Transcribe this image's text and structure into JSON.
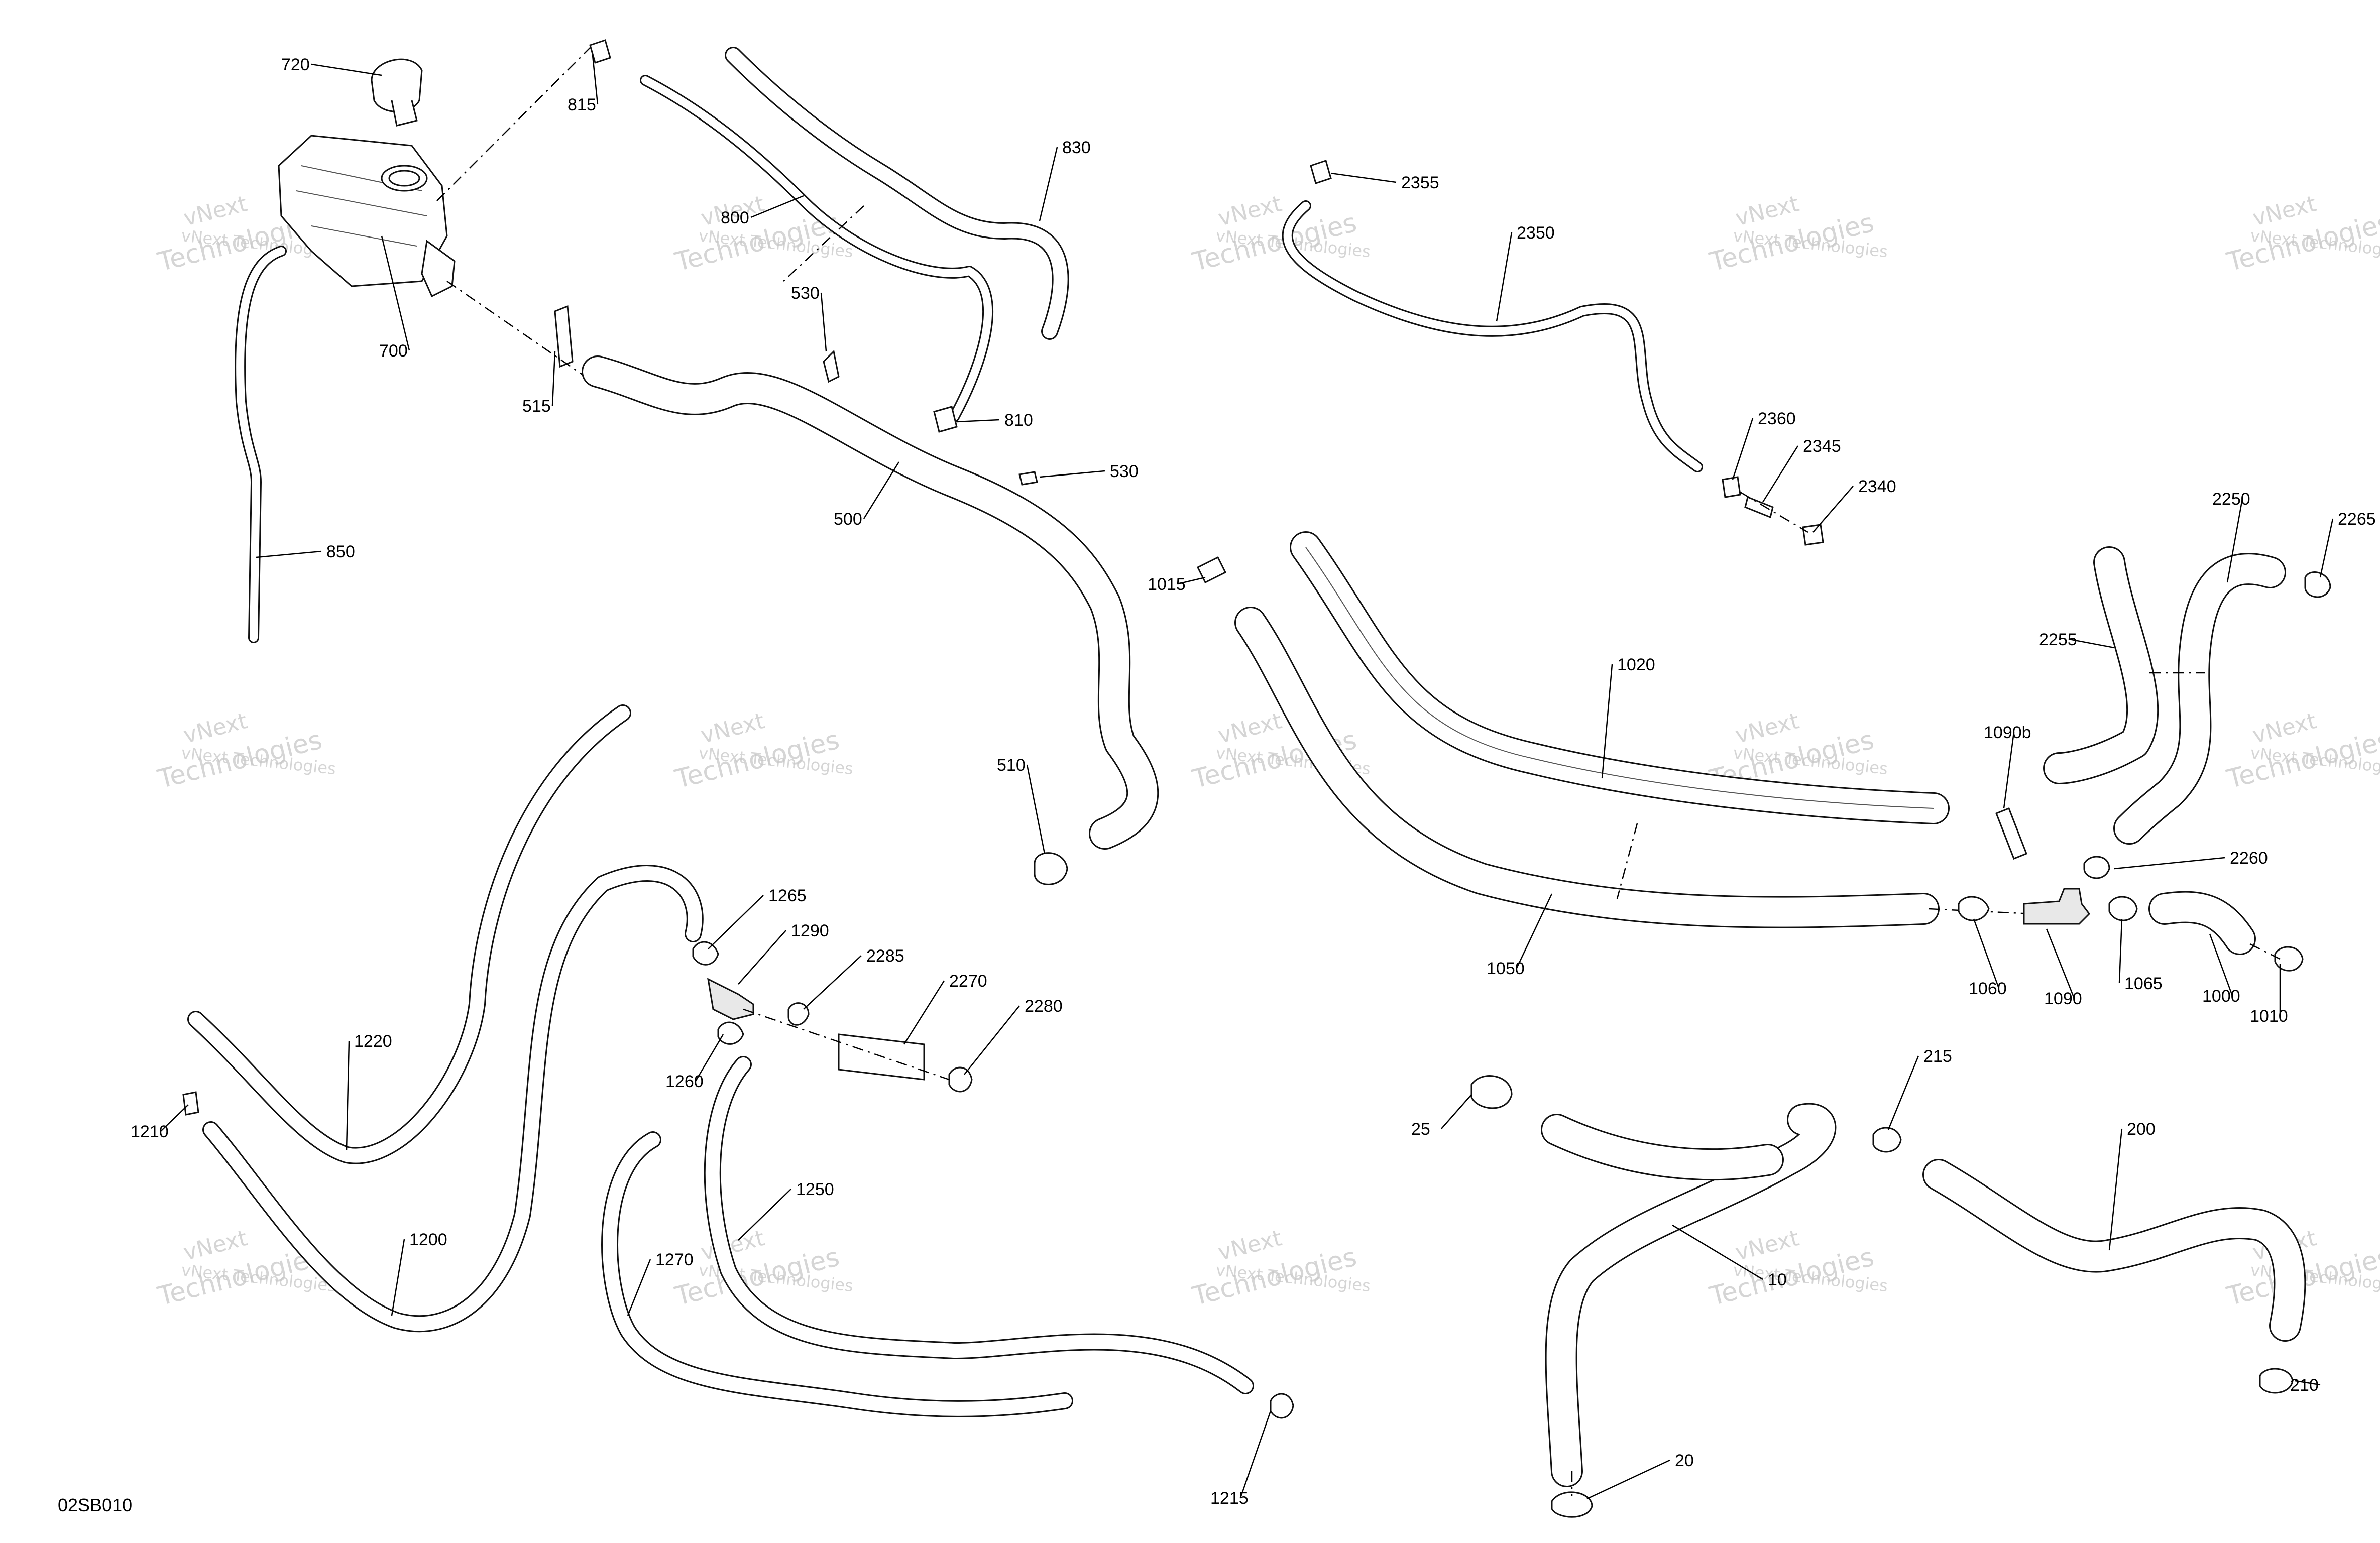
{
  "diagram": {
    "drawing_code": "02SB010",
    "part_labels": [
      "720",
      "815",
      "830",
      "800",
      "700",
      "530",
      "810",
      "515",
      "530",
      "500",
      "850",
      "2355",
      "2350",
      "2360",
      "2345",
      "2340",
      "1015",
      "1020",
      "1050",
      "510",
      "2250",
      "2265",
      "2255",
      "1090b",
      "2260",
      "1060",
      "1090",
      "1065",
      "1000",
      "1010",
      "1265",
      "1290",
      "2285",
      "2270",
      "2280",
      "1260",
      "1220",
      "1210",
      "1200",
      "1250",
      "1270",
      "1215",
      "25",
      "215",
      "200",
      "10",
      "210",
      "20"
    ]
  },
  "watermark": {
    "line1": "vNext Technologies",
    "line2": "vNext",
    "line3": "Technologies"
  }
}
